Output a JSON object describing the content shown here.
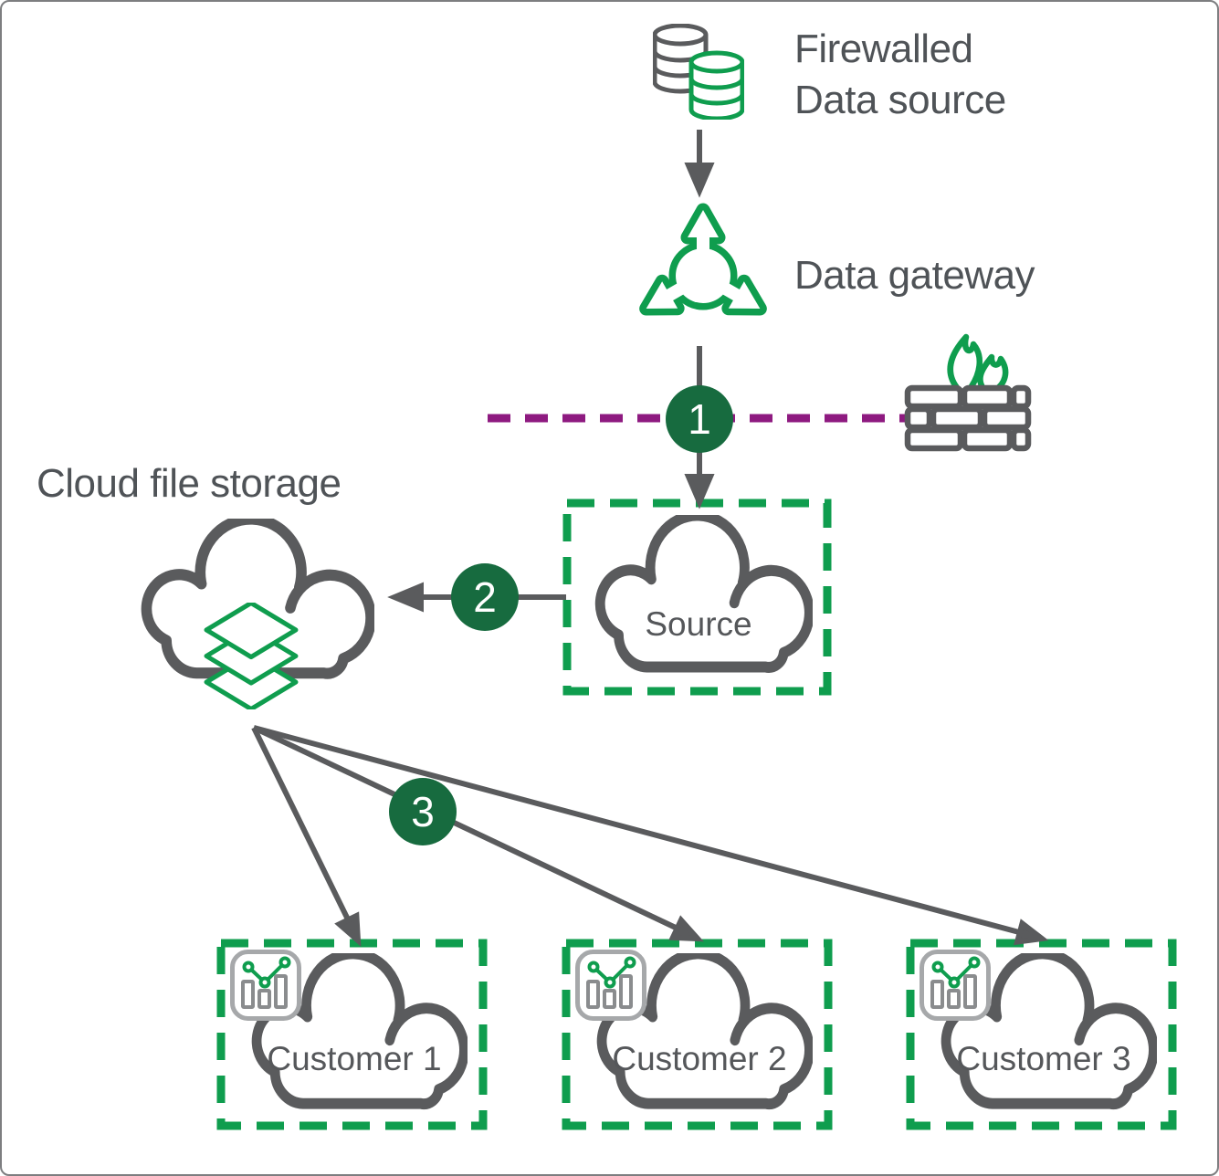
{
  "palette": {
    "green": "#0f9d4e",
    "dark_green": "#176b3f",
    "icon_gray": "#5a5b5d",
    "text_gray": "#4f5357",
    "light_gray": "#a6a8aa",
    "purple": "#8e1a80"
  },
  "nodes": {
    "firewalled_data_source": {
      "label": "Firewalled\nData source",
      "icon": "database-icon"
    },
    "data_gateway": {
      "label": "Data gateway",
      "icon": "gateway-icon"
    },
    "firewall": {
      "icon": "firewall-icon"
    },
    "cloud_file_storage": {
      "label": "Cloud file storage",
      "icon": "cloud-layers-icon"
    },
    "source_cloud": {
      "label": "Source",
      "icon": "cloud-icon"
    },
    "customers": [
      {
        "label": "Customer 1",
        "icon": "cloud-icon",
        "badge": "analytics-chart-icon"
      },
      {
        "label": "Customer 2",
        "icon": "cloud-icon",
        "badge": "analytics-chart-icon"
      },
      {
        "label": "Customer 3",
        "icon": "cloud-icon",
        "badge": "analytics-chart-icon"
      }
    ]
  },
  "steps": [
    {
      "number": "1"
    },
    {
      "number": "2"
    },
    {
      "number": "3"
    }
  ]
}
